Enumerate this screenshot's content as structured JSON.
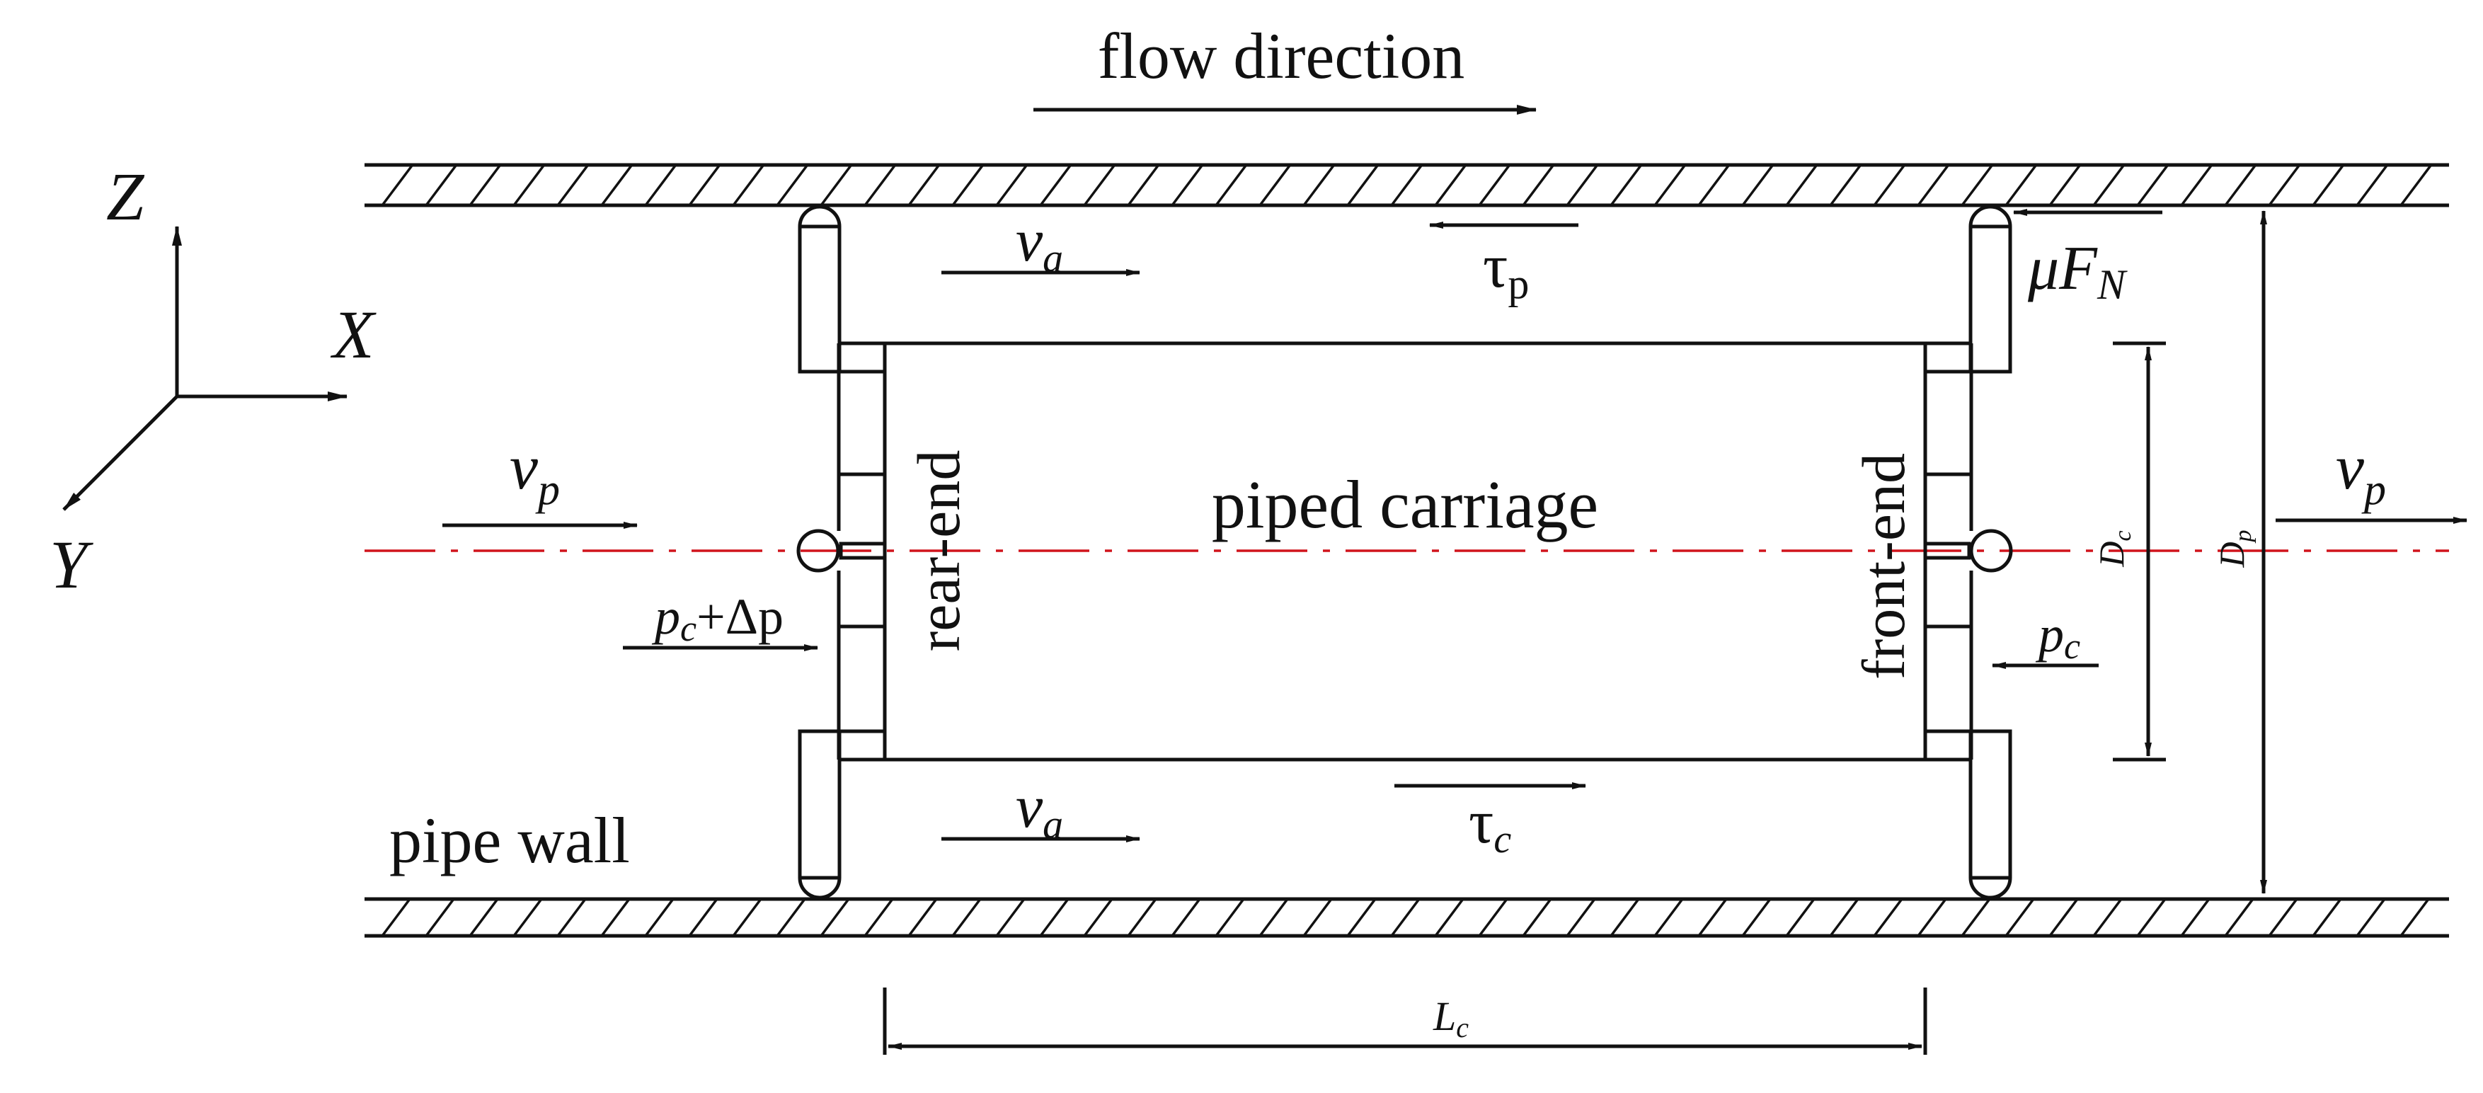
{
  "diagram": {
    "flow_direction": "flow direction",
    "axes": {
      "z": "Z",
      "x": "X",
      "y": "Y"
    },
    "piped_carriage": "piped carriage",
    "rear_end": "rear-end",
    "front_end": "front-end",
    "pipe_wall": "pipe wall",
    "v_p": {
      "base": "v",
      "sub": "p"
    },
    "v_a": {
      "base": "v",
      "sub": "a"
    },
    "tau_p": {
      "base": "τ",
      "sub": "p"
    },
    "tau_c": {
      "base": "τ",
      "sub": "c"
    },
    "mu_f_n": {
      "base": "μF",
      "sub": "N"
    },
    "p_c_plus": {
      "base": "p",
      "sub": "c",
      "tail": "+Δp"
    },
    "p_c": {
      "base": "p",
      "sub": "c"
    },
    "d_c": {
      "base": "D",
      "sub": "c"
    },
    "d_p": {
      "base": "D",
      "sub": "p"
    },
    "l_c": {
      "base": "L",
      "sub": "c"
    }
  }
}
